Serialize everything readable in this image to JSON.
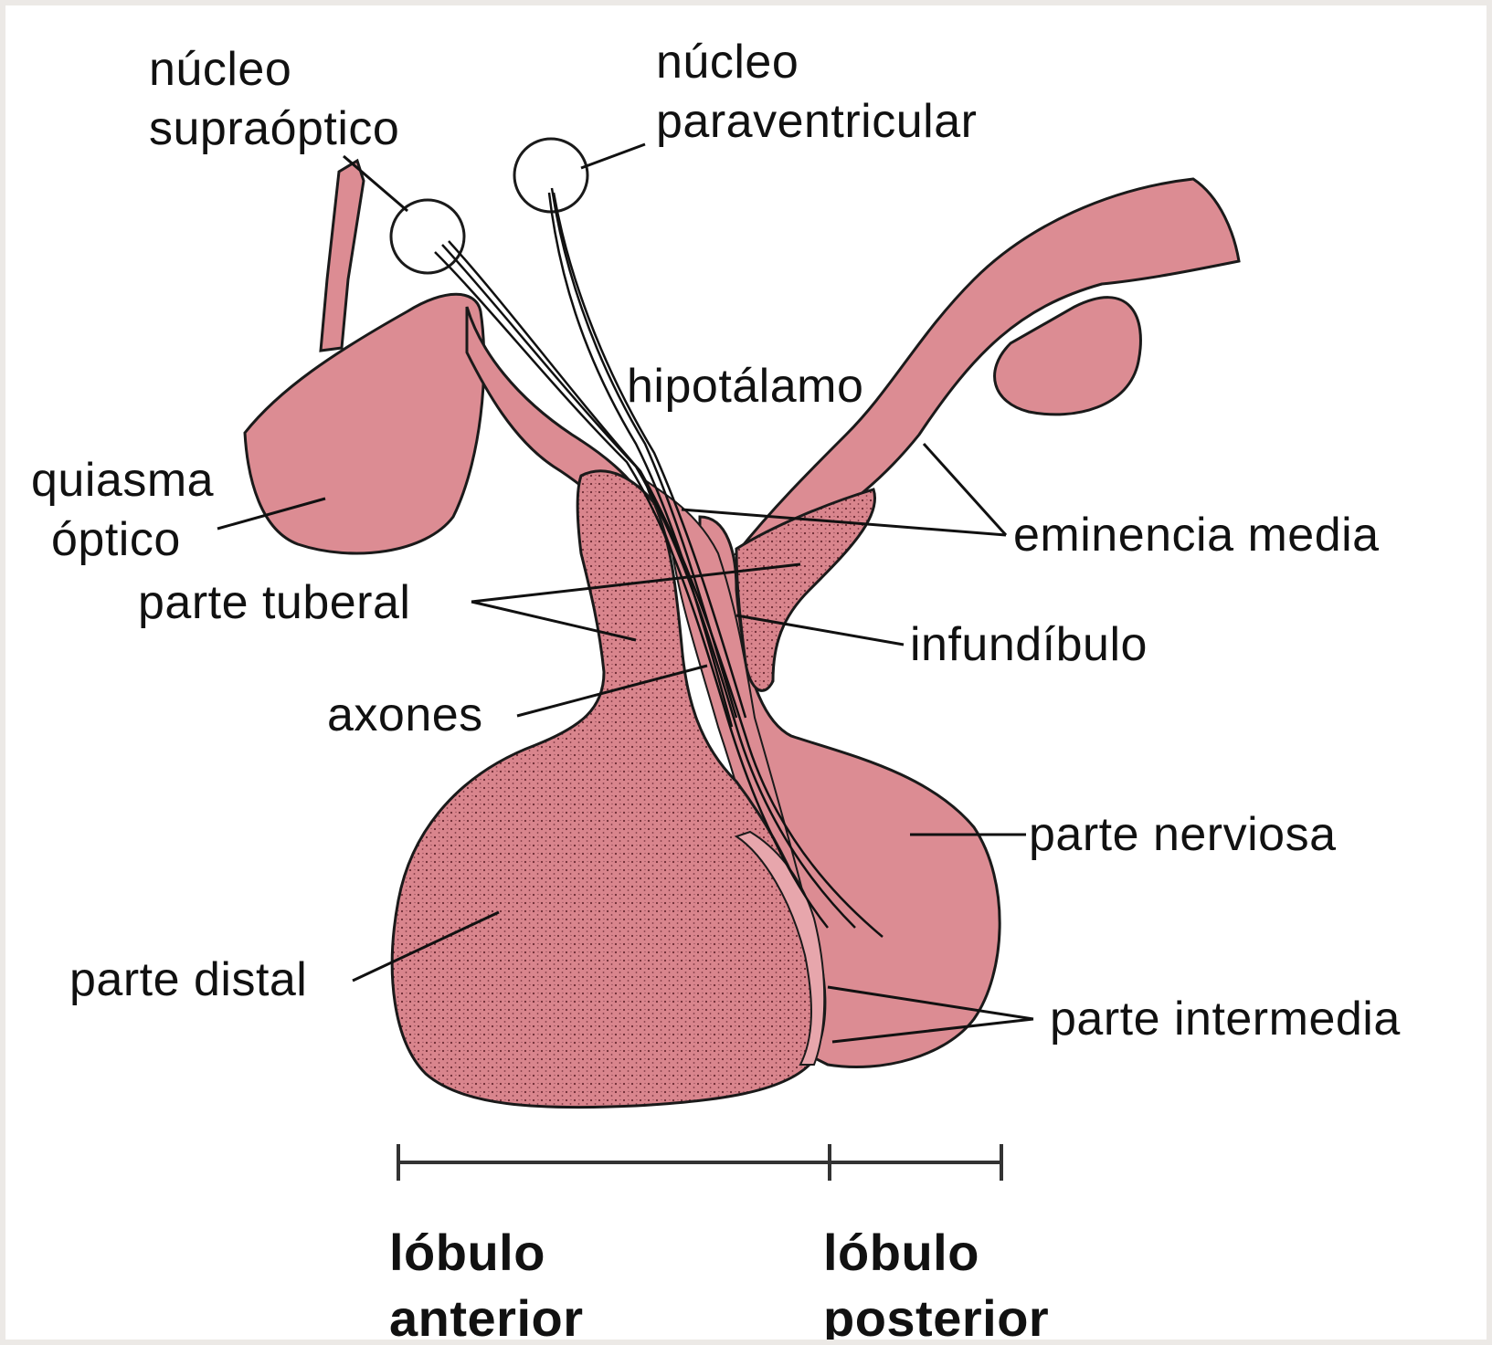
{
  "colors": {
    "tissue": "#dc8c93",
    "tissue_dark": "#c87078",
    "outline": "#1a1a1a",
    "background": "#ffffff"
  },
  "labels": {
    "nucleo_supraoptico": [
      "núcleo",
      "supraóptico"
    ],
    "nucleo_paraventricular": [
      "núcleo",
      "paraventricular"
    ],
    "hipotalamo": "hipotálamo",
    "quiasma_optico": [
      "quiasma",
      "óptico"
    ],
    "eminencia_media": "eminencia media",
    "parte_tuberal": "parte tuberal",
    "infundibulo": "infundíbulo",
    "axones": "axones",
    "parte_nerviosa": "parte nerviosa",
    "parte_distal": "parte distal",
    "parte_intermedia": "parte intermedia",
    "lobulo_anterior": [
      "lóbulo",
      "anterior"
    ],
    "lobulo_posterior": [
      "lóbulo",
      "posterior"
    ]
  }
}
